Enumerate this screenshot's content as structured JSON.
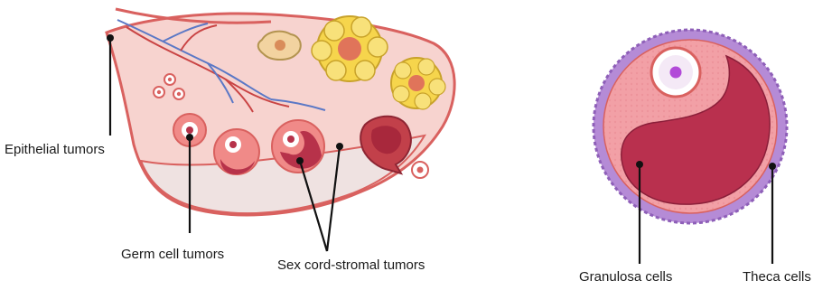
{
  "labels": {
    "epithelial": "Epithelial tumors",
    "germ_cell": "Germ cell tumors",
    "sex_cord": "Sex cord-stromal tumors",
    "granulosa": "Granulosa cells",
    "theca": "Theca cells"
  },
  "colors": {
    "ovary_fill": "#f7d3cf",
    "ovary_edge": "#d9615f",
    "stroma_lower": "#f2e4e2",
    "follicle_dark": "#b7324a",
    "follicle_light": "#f08a88",
    "corpus_luteum": "#f6d54c",
    "corpus_core": "#e0745a",
    "vein_blue": "#5b78c6",
    "artery_red": "#c94444",
    "theca_purple": "#b58bd6",
    "granulosa_pink": "#f2a0a6",
    "antrum": "#b9304e",
    "oocyte_nucleus": "#b24ad8",
    "pointer": "#111111"
  }
}
